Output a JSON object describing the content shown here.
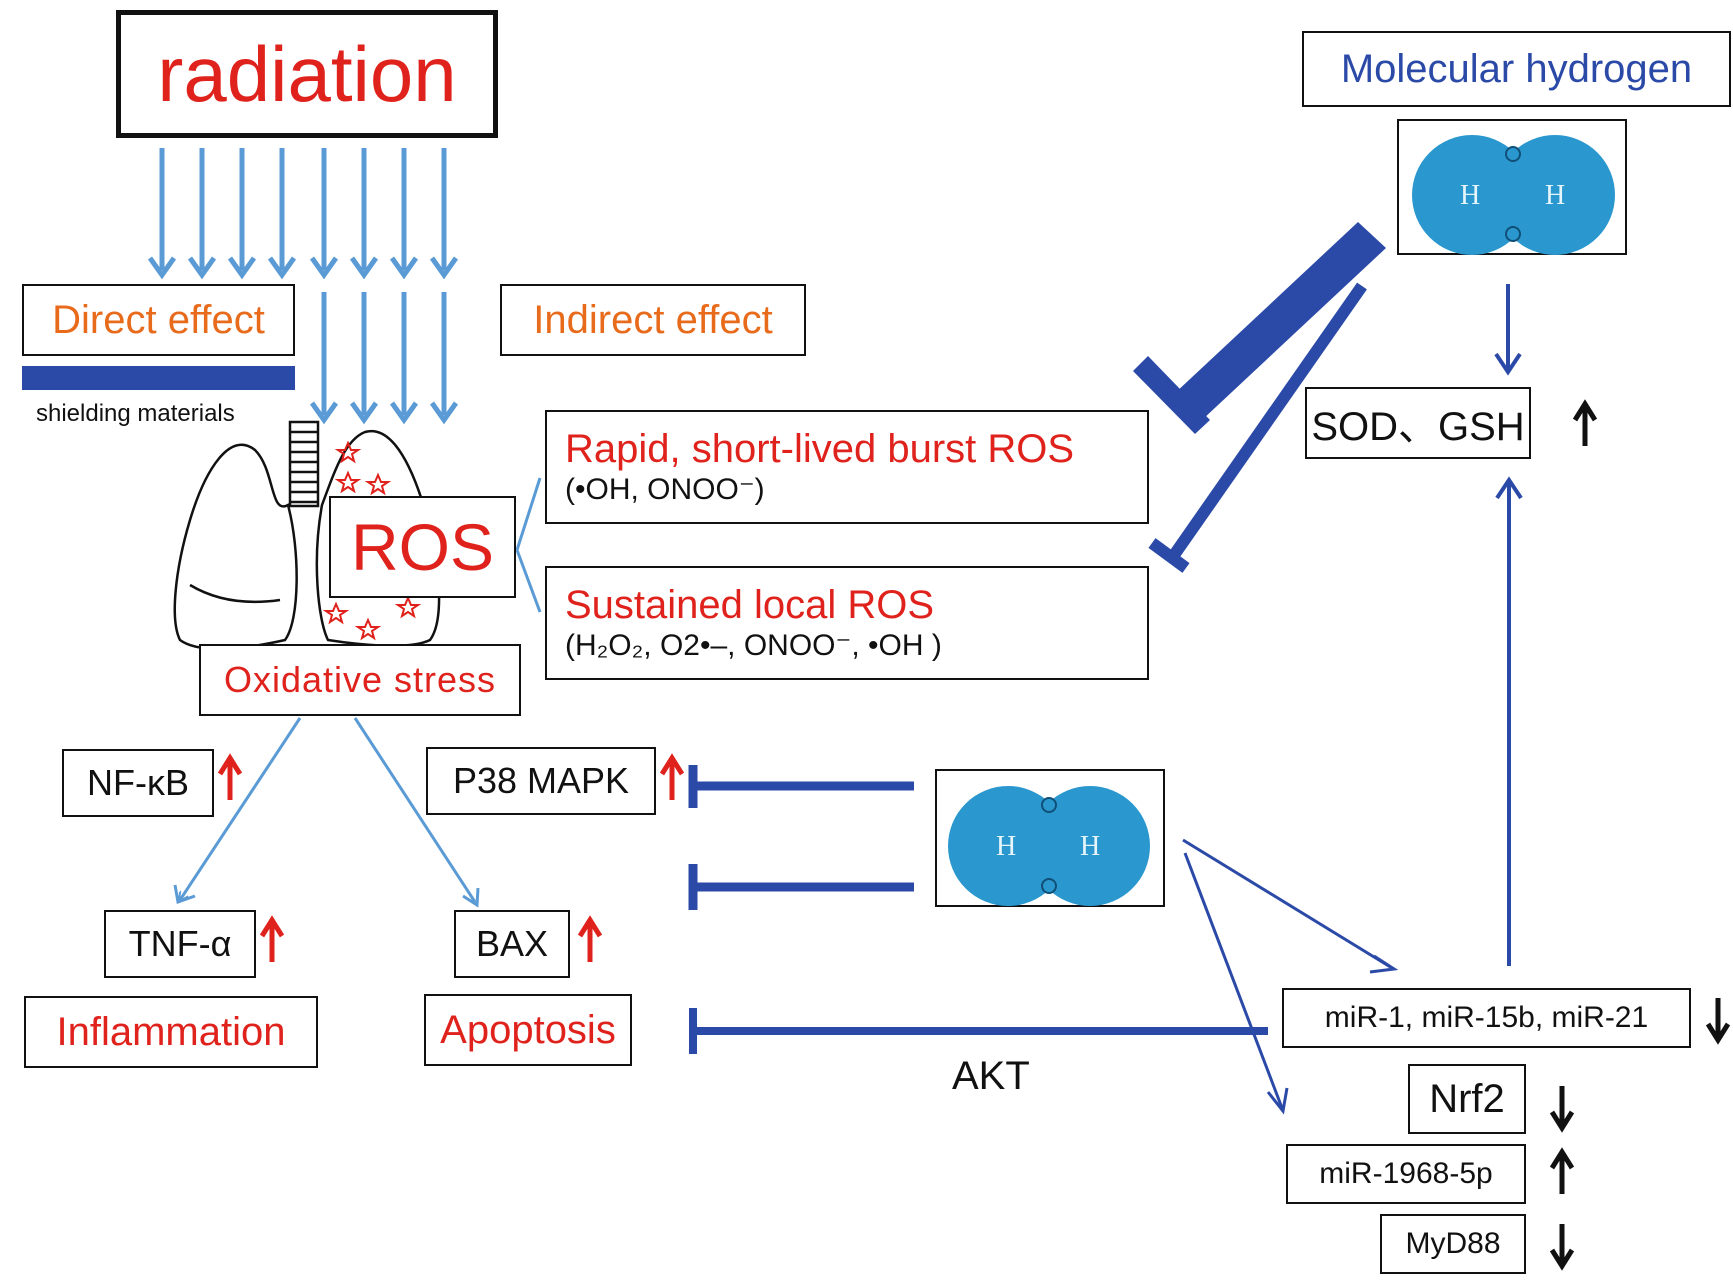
{
  "radiation": "radiation",
  "effects": {
    "direct": "Direct effect",
    "indirect": "Indirect effect",
    "shielding": "shielding materials"
  },
  "ros": {
    "label": "ROS",
    "rapid_title": "Rapid, short-lived burst ROS",
    "rapid_species": "(•OH, ONOO⁻)",
    "sustained_title": "Sustained local ROS",
    "sustained_species": "(H₂O₂, O2•–, ONOO⁻, •OH )",
    "oxidative_stress": "Oxidative stress"
  },
  "markers": {
    "nfkb": "NF-κB",
    "tnf": "TNF-α",
    "p38": "P38 MAPK",
    "bax": "BAX",
    "inflammation": "Inflammation",
    "apoptosis": "Apoptosis",
    "akt": "AKT"
  },
  "hydrogen": {
    "title": "Molecular hydrogen",
    "atom": "H",
    "sod_gsh": "SOD、GSH",
    "mirs": "miR-1, miR-15b, miR-21",
    "nrf2": "Nrf2",
    "mir1968": "miR-1968-5p",
    "myd88": "MyD88"
  },
  "colors": {
    "red": "#e0221c",
    "orange": "#e86a1b",
    "navy": "#2b4aa8",
    "light_blue": "#5b9bd5",
    "molecule": "#2a98cf",
    "arrow_up": "#e0221c"
  }
}
